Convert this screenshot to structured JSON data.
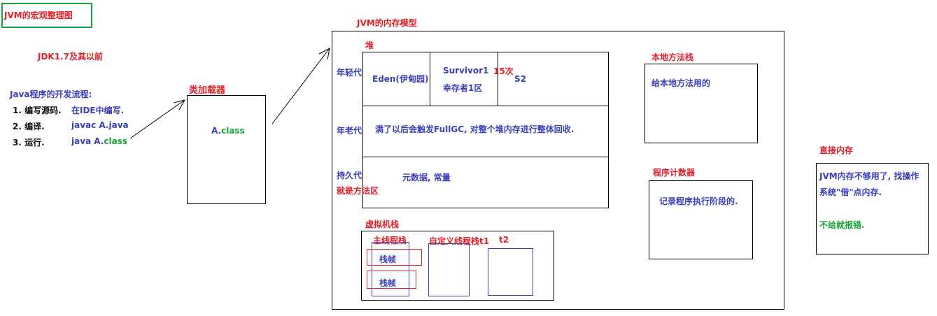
{
  "title": "JVM的宏观整理图",
  "version_note": "JDK1.7及其以前",
  "dev_flow": {
    "heading": "Java程序的开发流程:",
    "steps": [
      {
        "label": "1. 编写源码.",
        "detail": "在IDE中编写."
      },
      {
        "label": "2. 编译.",
        "detail": "javac A.java"
      },
      {
        "label": "3. 运行.",
        "detail_prefix": "java A.",
        "detail_suffix": "class"
      }
    ]
  },
  "class_loader": {
    "title": "类加载器",
    "content_prefix": "A.",
    "content_suffix": "class"
  },
  "memory_model": {
    "title": "JVM的内存模型",
    "heap": {
      "title": "堆",
      "young_gen": {
        "label": "年轻代",
        "eden": "Eden(伊甸园)",
        "survivor1": "Survivor1",
        "survivor1_sub": "幸存者1区",
        "promotion_note": "15次",
        "s2": "S2"
      },
      "old_gen": {
        "label": "年老代",
        "note": "满了以后会触发FullGC, 对整个堆内存进行整体回收."
      },
      "perm_gen": {
        "label": "持久代",
        "label2": "就是方法区",
        "note": "元数据, 常量"
      }
    },
    "vm_stack": {
      "title": "虚拟机栈",
      "main_thread": "主线程栈",
      "frames": [
        "栈帧",
        "栈帧"
      ],
      "custom_thread": "自定义线程栈t1",
      "t2": "t2"
    },
    "native_stack": {
      "title": "本地方法栈",
      "note": "给本地方法用的"
    },
    "pc_register": {
      "title": "程序计数器",
      "note": "记录程序执行阶段的."
    }
  },
  "direct_memory": {
    "title": "直接内存",
    "line1": "JVM内存不够用了, 找操作",
    "line2": "系统\"借\"点内存.",
    "line3": "不给就报错."
  },
  "colors": {
    "red": "#e0202a",
    "blue": "#3a3fb8",
    "green": "#19a43a",
    "title_border": "#19a43a"
  }
}
